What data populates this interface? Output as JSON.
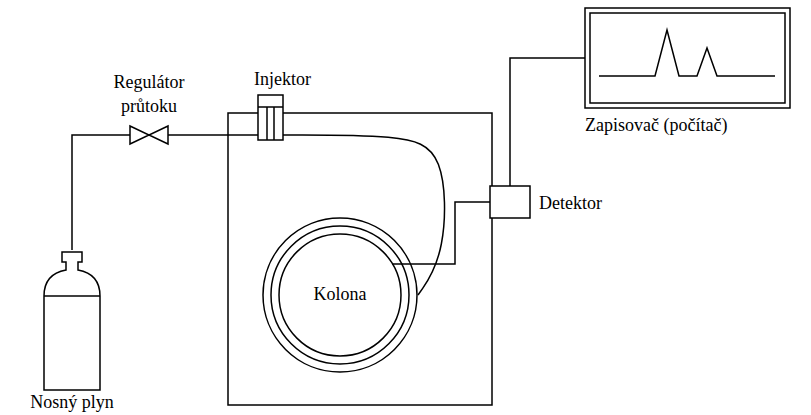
{
  "diagram": {
    "nodes": [
      {
        "text": [
          "Nosný plyn"
        ]
      },
      {
        "text": [
          "Regulátor průtoku"
        ]
      },
      {
        "text": [
          "Injektor"
        ]
      },
      {
        "text": [
          "Kolona"
        ]
      },
      {
        "text": [
          "Detektor"
        ]
      },
      {
        "text": [
          "Zapisovač (počítač)"
        ]
      }
    ],
    "edges": [
      {
        "from": 0,
        "to": 1,
        "arrow": "none"
      },
      {
        "from": 1,
        "to": 2,
        "arrow": "none"
      },
      {
        "from": 2,
        "to": 3,
        "arrow": "none"
      },
      {
        "from": 3,
        "to": 4,
        "arrow": "none"
      },
      {
        "from": 4,
        "to": 5,
        "arrow": "none"
      }
    ]
  }
}
